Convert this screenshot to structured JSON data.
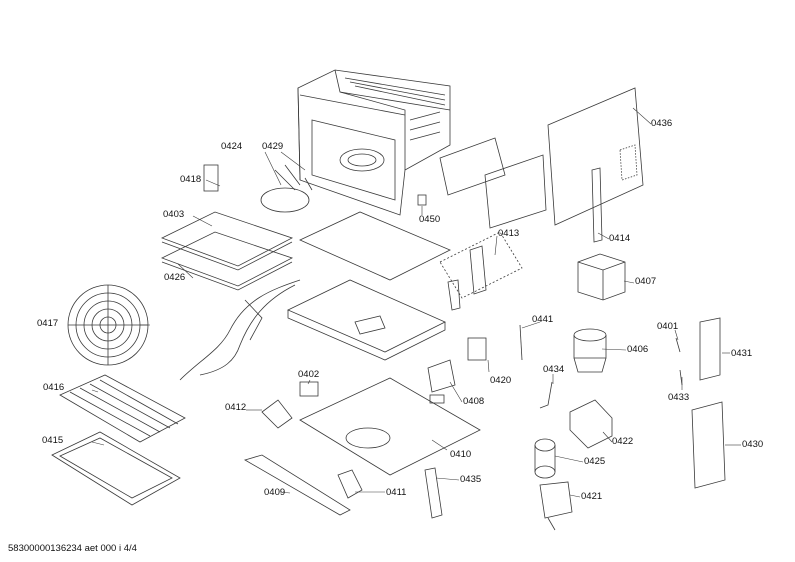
{
  "labels": {
    "p0436": "0436",
    "p0424": "0424",
    "p0429": "0429",
    "p0418": "0418",
    "p0450": "0450",
    "p0403": "0403",
    "p0413": "0413",
    "p0414": "0414",
    "p0426": "0426",
    "p0407": "0407",
    "p0417": "0417",
    "p0441": "0441",
    "p0401": "0401",
    "p0406": "0406",
    "p0431": "0431",
    "p0402": "0402",
    "p0420": "0420",
    "p0434": "0434",
    "p0433": "0433",
    "p0416": "0416",
    "p0412": "0412",
    "p0408": "0408",
    "p0422": "0422",
    "p0415": "0415",
    "p0410": "0410",
    "p0430": "0430",
    "p0425": "0425",
    "p0435": "0435",
    "p0409": "0409",
    "p0411": "0411",
    "p0421": "0421"
  },
  "footer": "58300000136234 aet 000 i 4/4",
  "colors": {
    "line": "#3a3a3a",
    "text": "#111111",
    "background": "#ffffff"
  }
}
